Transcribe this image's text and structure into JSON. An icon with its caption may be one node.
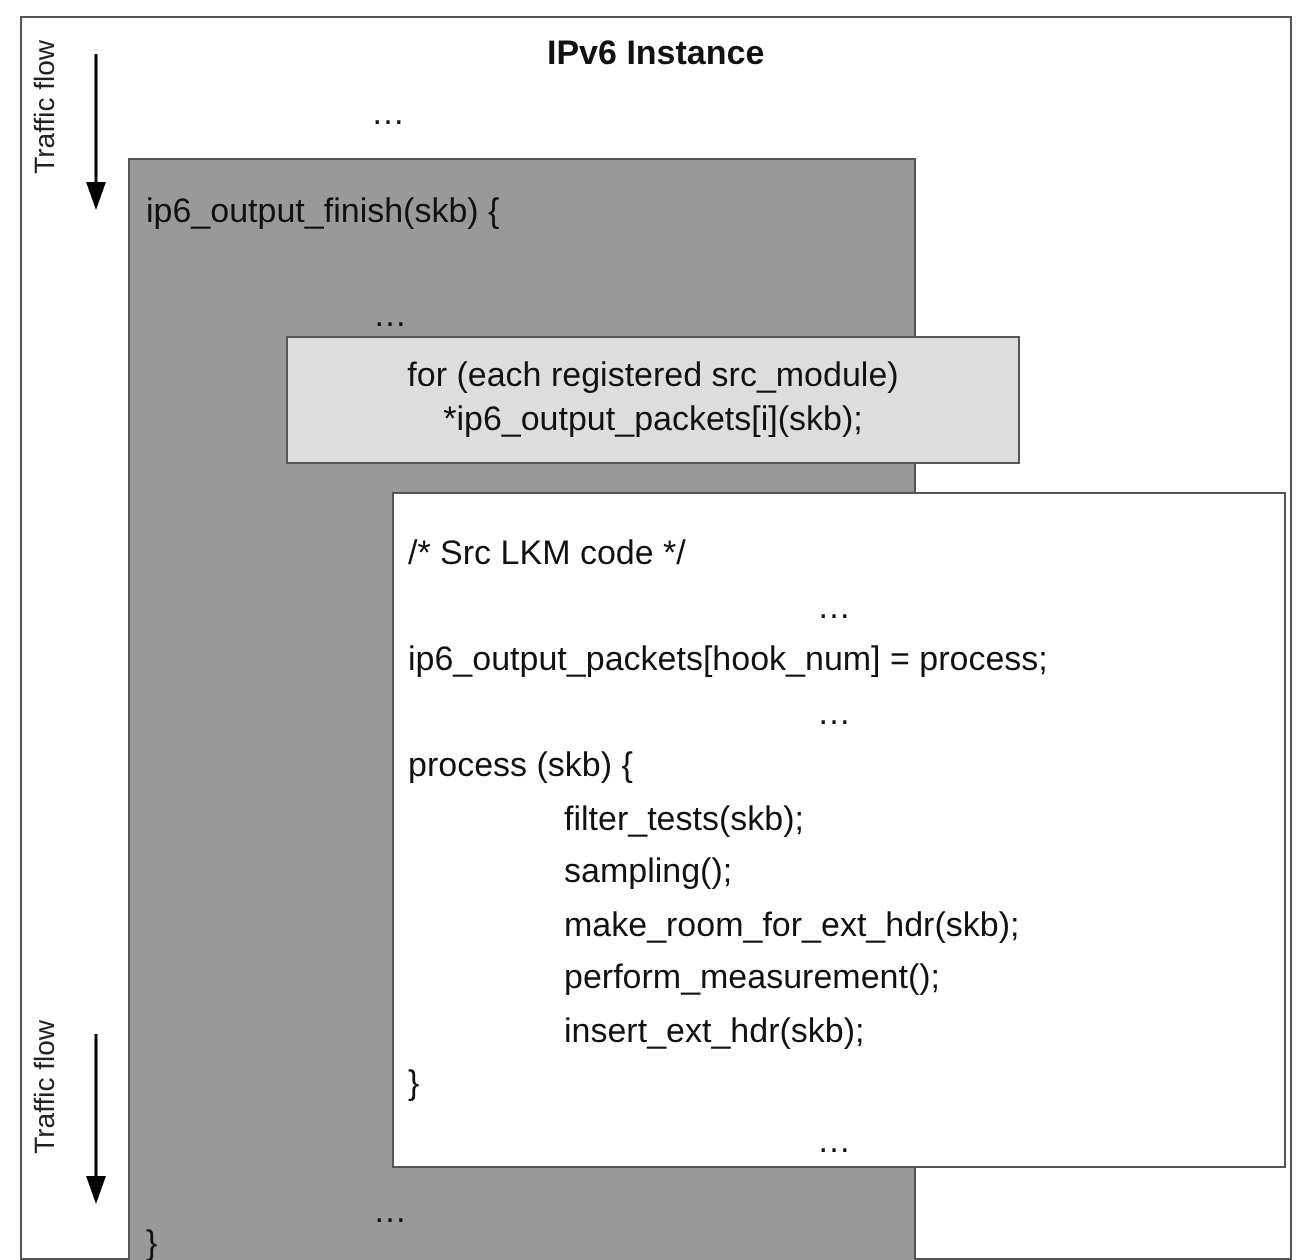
{
  "diagram": {
    "nodes": [
      {
        "text": [
          "IPv6 Instance",
          "…"
        ]
      },
      {
        "text": [
          "ip6_output_finish(skb) {",
          "…",
          "…",
          "}"
        ],
        "in": 0
      },
      {
        "text": [
          "for (each registered src_module) *ip6_output_packets[i](skb);"
        ],
        "in": 0
      },
      {
        "text": [
          "/* Src LKM code */",
          "…",
          "ip6_output_packets[hook_num] = process;",
          "…",
          "process (skb) {",
          "filter_tests(skb);",
          "sampling();",
          "make_room_for_ext_hdr(skb);",
          "perform_measurement();",
          "insert_ext_hdr(skb);",
          "}",
          "…"
        ],
        "in": 0
      }
    ],
    "edges": [],
    "labels": [
      "Traffic flow",
      "Traffic flow"
    ]
  }
}
